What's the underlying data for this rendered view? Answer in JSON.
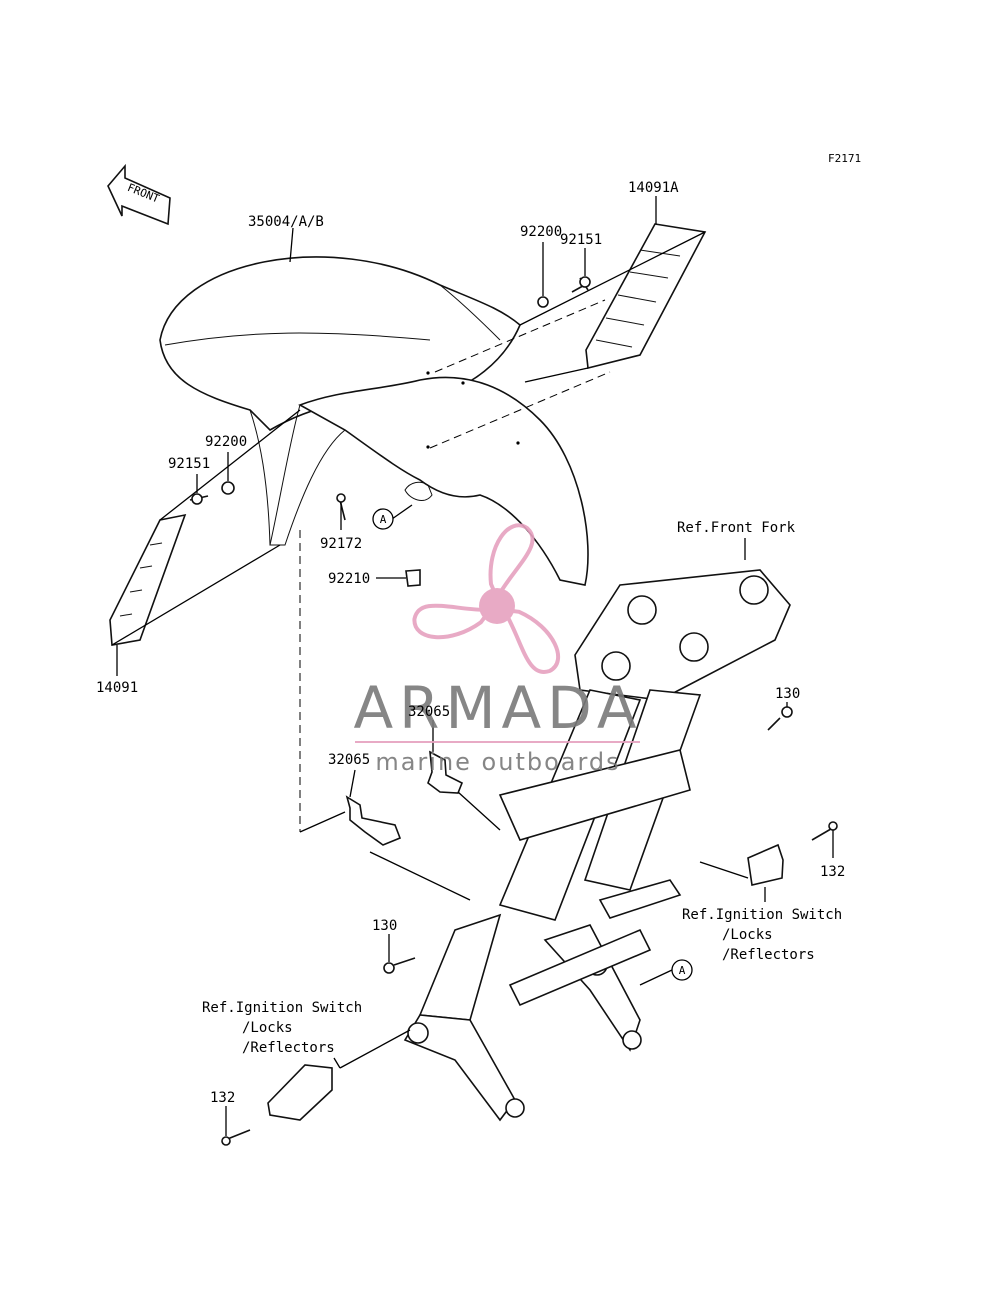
{
  "figure_code": "F2171",
  "front_arrow_label": "FRONT",
  "callout_letter": "A",
  "parts": {
    "fender": "35004/A/B",
    "cover_left": "14091",
    "cover_right": "14091A",
    "screw_left": "92151",
    "washer_left": "92200",
    "screw_right": "92151",
    "washer_right": "92200",
    "bolt_92172": "92172",
    "nut_92210": "92210",
    "bracket_upper": "32065",
    "bracket_lower": "32065",
    "bolt_130_right": "130",
    "bolt_130_left": "130",
    "bolt_132_right": "132",
    "bolt_132_left": "132"
  },
  "references": {
    "front_fork": "Ref.Front Fork",
    "ignition_right": [
      "Ref.Ignition Switch",
      "/Locks",
      "/Reflectors"
    ],
    "ignition_left": [
      "Ref.Ignition Switch",
      "/Locks",
      "/Reflectors"
    ]
  },
  "watermark": {
    "brand": "ARMADA",
    "tagline": "marine outboards",
    "colors": {
      "logo": "#e6a1bf",
      "text": "#7a7a7a"
    }
  }
}
